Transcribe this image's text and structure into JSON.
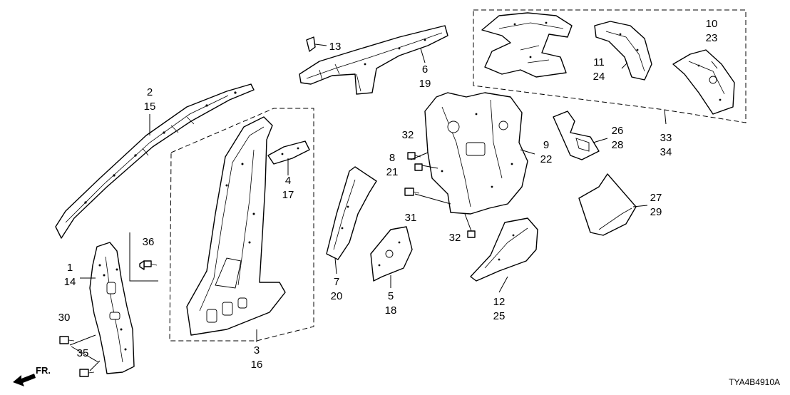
{
  "diagram_code": "TYA4B4910A",
  "front_indicator": "FR.",
  "callouts": [
    {
      "id": "c1",
      "lines": [
        "1",
        "14"
      ]
    },
    {
      "id": "c2",
      "lines": [
        "2",
        "15"
      ]
    },
    {
      "id": "c3",
      "lines": [
        "3",
        "16"
      ]
    },
    {
      "id": "c4",
      "lines": [
        "4",
        "17"
      ]
    },
    {
      "id": "c5",
      "lines": [
        "5",
        "18"
      ]
    },
    {
      "id": "c6",
      "lines": [
        "6",
        "19"
      ]
    },
    {
      "id": "c7",
      "lines": [
        "7",
        "20"
      ]
    },
    {
      "id": "c8",
      "lines": [
        "8",
        "21"
      ]
    },
    {
      "id": "c9",
      "lines": [
        "9",
        "22"
      ]
    },
    {
      "id": "c10",
      "lines": [
        "10",
        "23"
      ]
    },
    {
      "id": "c11",
      "lines": [
        "11",
        "24"
      ]
    },
    {
      "id": "c12",
      "lines": [
        "12",
        "25"
      ]
    },
    {
      "id": "c13",
      "lines": [
        "13"
      ]
    },
    {
      "id": "c26",
      "lines": [
        "26",
        "28"
      ]
    },
    {
      "id": "c27",
      "lines": [
        "27",
        "29"
      ]
    },
    {
      "id": "c30",
      "lines": [
        "30"
      ]
    },
    {
      "id": "c31",
      "lines": [
        "31"
      ]
    },
    {
      "id": "c32a",
      "lines": [
        "32"
      ]
    },
    {
      "id": "c32b",
      "lines": [
        "32"
      ]
    },
    {
      "id": "c33",
      "lines": [
        "33",
        "34"
      ]
    },
    {
      "id": "c35",
      "lines": [
        "35"
      ]
    },
    {
      "id": "c36",
      "lines": [
        "36"
      ]
    }
  ]
}
